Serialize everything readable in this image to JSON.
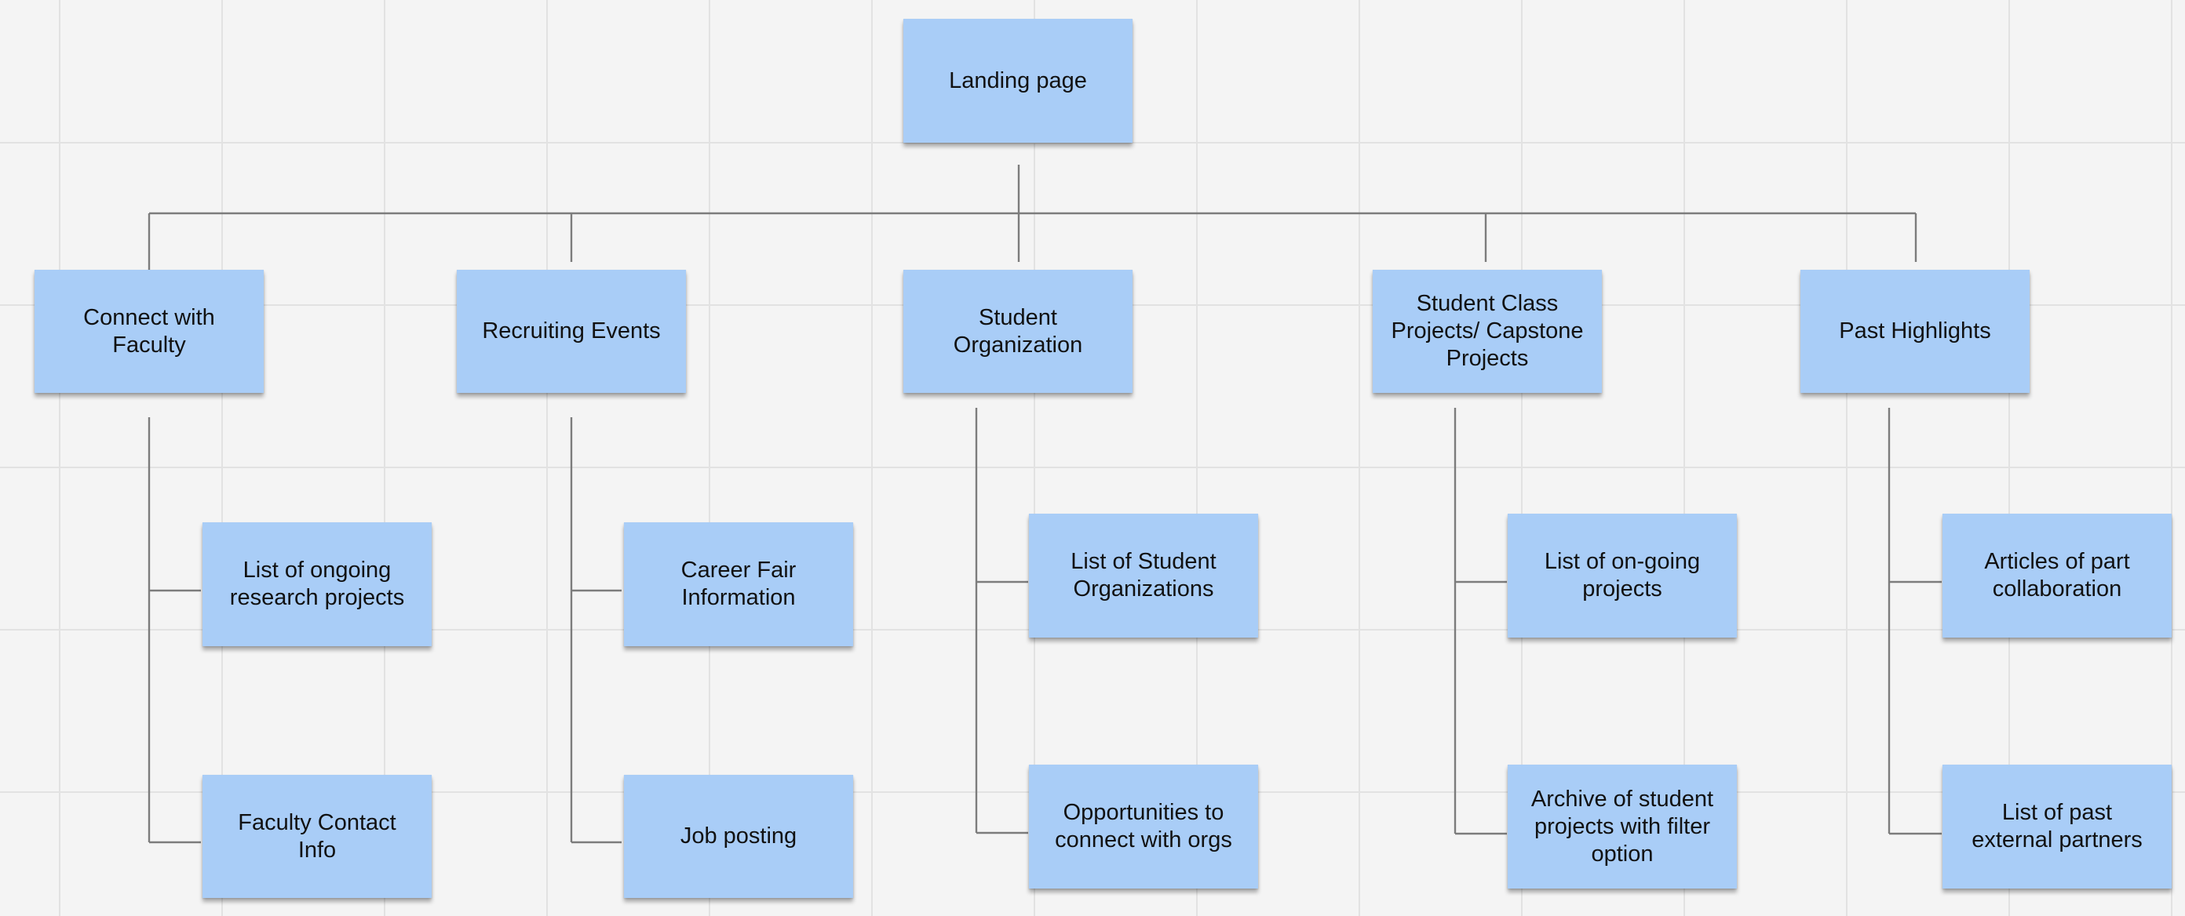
{
  "diagram": {
    "root": {
      "label": "Landing page"
    },
    "sections": [
      {
        "label": "Connect with Faculty",
        "children": [
          "List of ongoing research projects",
          "Faculty Contact Info"
        ]
      },
      {
        "label": "Recruiting Events",
        "children": [
          "Career Fair Information",
          "Job posting"
        ]
      },
      {
        "label": "Student Organization",
        "children": [
          "List of Student Organizations",
          "Opportunities to connect with orgs"
        ]
      },
      {
        "label": "Student Class Projects/ Capstone Projects",
        "children": [
          "List of on-going projects",
          "Archive of student projects with filter option"
        ]
      },
      {
        "label": "Past Highlights",
        "children": [
          "Articles of part collaboration",
          "List of past external partners"
        ]
      }
    ]
  },
  "colors": {
    "note": "#a9cdf7",
    "connector": "#7c7c7c",
    "canvas": "#f4f4f4",
    "grid": "#e2e2e2"
  }
}
